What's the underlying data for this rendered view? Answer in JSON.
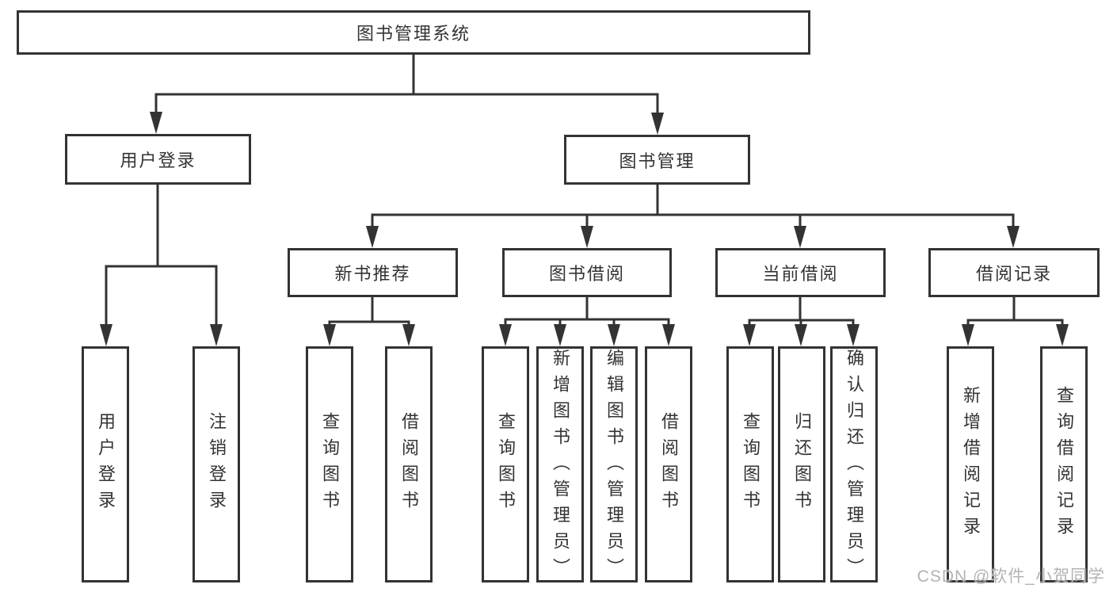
{
  "title": "图书管理系统",
  "watermark": "CSDN @软件_小贺同学",
  "colors": {
    "line": "#333333",
    "box_border": "#333333",
    "text": "#333333",
    "watermark": "#afafaf",
    "background": "#ffffff"
  },
  "nodes": {
    "root": {
      "label": "图书管理系统"
    },
    "level2": [
      {
        "label": "用户登录"
      },
      {
        "label": "图书管理"
      }
    ],
    "level3": [
      {
        "label": "新书推荐"
      },
      {
        "label": "图书借阅"
      },
      {
        "label": "当前借阅"
      },
      {
        "label": "借阅记录"
      }
    ],
    "leaves": [
      {
        "label": "用户登录"
      },
      {
        "label": "注销登录"
      },
      {
        "label": "查询图书"
      },
      {
        "label": "借阅图书"
      },
      {
        "label": "查询图书"
      },
      {
        "label": "新增图书（管理员）"
      },
      {
        "label": "编辑图书（管理员）"
      },
      {
        "label": "借阅图书"
      },
      {
        "label": "查询图书"
      },
      {
        "label": "归还图书"
      },
      {
        "label": "确认归还（管理员）"
      },
      {
        "label": "新增借阅记录"
      },
      {
        "label": "查询借阅记录"
      }
    ]
  },
  "hierarchy": {
    "图书管理系统": [
      "用户登录",
      "图书管理"
    ],
    "用户登录": [
      "用户登录",
      "注销登录"
    ],
    "图书管理": [
      "新书推荐",
      "图书借阅",
      "当前借阅",
      "借阅记录"
    ],
    "新书推荐": [
      "查询图书",
      "借阅图书"
    ],
    "图书借阅": [
      "查询图书",
      "新增图书（管理员）",
      "编辑图书（管理员）",
      "借阅图书"
    ],
    "当前借阅": [
      "查询图书",
      "归还图书",
      "确认归还（管理员）"
    ],
    "借阅记录": [
      "新增借阅记录",
      "查询借阅记录"
    ]
  }
}
